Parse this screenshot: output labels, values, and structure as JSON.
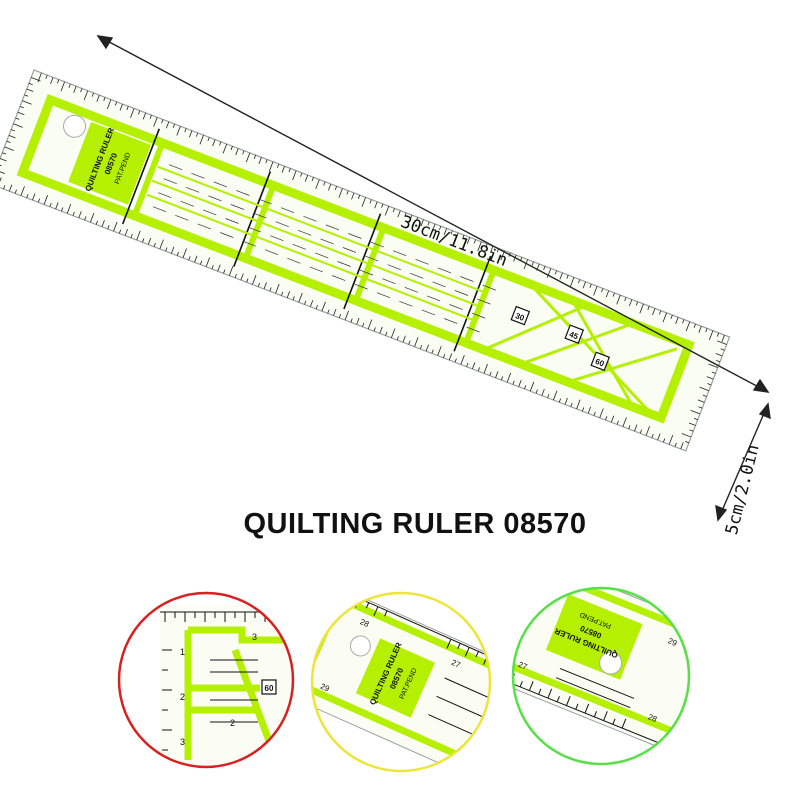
{
  "product": {
    "title": "QUILTING RULER 08570",
    "ruler_label_line1": "QUILTING RULER",
    "ruler_label_line2": "08570",
    "ruler_label_line3": "PAT.PEND"
  },
  "dimensions": {
    "width_label": "30cm/11.8in",
    "height_label": "5cm/2.0in"
  },
  "angle_markers": [
    "30",
    "45",
    "60"
  ],
  "colors": {
    "accent_green": "#b4f000",
    "ink": "#111111",
    "circle_red": "#d92020",
    "circle_yellow": "#ece63a",
    "circle_green": "#58e048"
  },
  "detail_views": [
    {
      "name": "corner-detail",
      "marker": "60",
      "numbers": [
        "1",
        "2",
        "3",
        "3",
        "2"
      ]
    },
    {
      "name": "label-detail",
      "numbers": [
        "28",
        "27",
        "29"
      ]
    },
    {
      "name": "edge-detail",
      "numbers": [
        "27",
        "28",
        "29"
      ]
    }
  ]
}
